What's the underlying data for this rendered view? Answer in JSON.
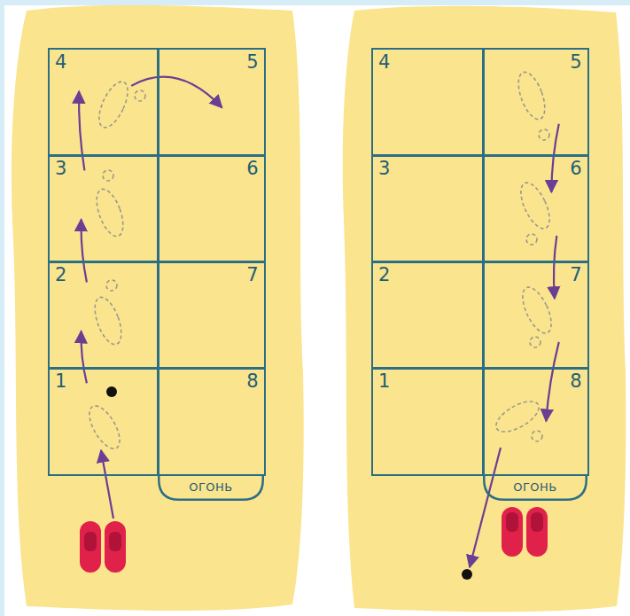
{
  "diagram": {
    "nodes": [
      {
        "text": [
          "4"
        ]
      },
      {
        "text": [
          "5"
        ]
      },
      {
        "text": [
          "3"
        ]
      },
      {
        "text": [
          "6"
        ]
      },
      {
        "text": [
          "2"
        ]
      },
      {
        "text": [
          "7"
        ]
      },
      {
        "text": [
          "1"
        ]
      },
      {
        "text": [
          "8"
        ]
      },
      {
        "text": [
          "ОГОНЬ"
        ]
      },
      {
        "text": [
          "4"
        ]
      },
      {
        "text": [
          "5"
        ]
      },
      {
        "text": [
          "3"
        ]
      },
      {
        "text": [
          "6"
        ]
      },
      {
        "text": [
          "2"
        ]
      },
      {
        "text": [
          "7"
        ]
      },
      {
        "text": [
          "1"
        ]
      },
      {
        "text": [
          "8"
        ]
      },
      {
        "text": [
          "ОГОНЬ"
        ]
      }
    ],
    "edges": [
      {
        "from": 6,
        "to": 4,
        "arrow": "to"
      },
      {
        "from": 4,
        "to": 2,
        "arrow": "to"
      },
      {
        "from": 2,
        "to": 0,
        "arrow": "to"
      },
      {
        "from": 0,
        "to": 1,
        "arrow": "to"
      },
      {
        "from": 10,
        "to": 12,
        "arrow": "to"
      },
      {
        "from": 12,
        "to": 14,
        "arrow": "to"
      },
      {
        "from": 14,
        "to": 16,
        "arrow": "to"
      }
    ]
  }
}
